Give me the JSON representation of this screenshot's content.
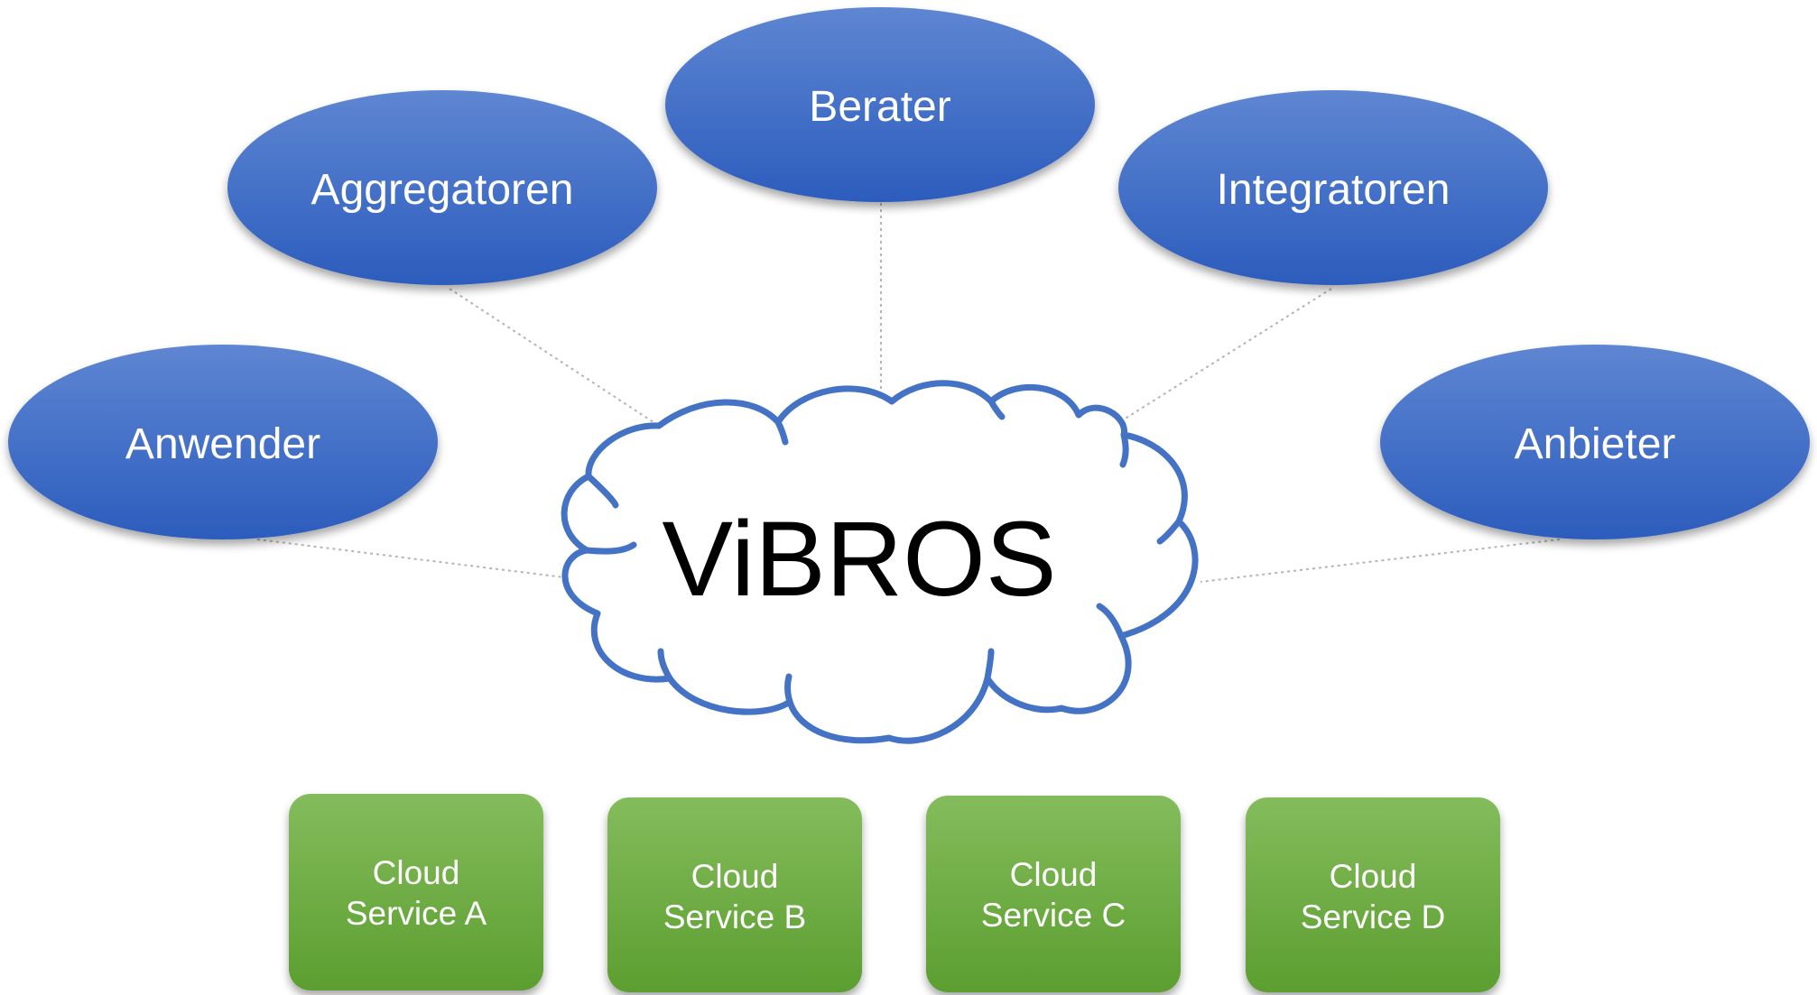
{
  "diagram": {
    "center": {
      "label": "ViBROS"
    },
    "stakeholders": [
      {
        "label": "Anwender"
      },
      {
        "label": "Aggregatoren"
      },
      {
        "label": "Berater"
      },
      {
        "label": "Integratoren"
      },
      {
        "label": "Anbieter"
      }
    ],
    "services": [
      {
        "line1": "Cloud",
        "line2": "Service A"
      },
      {
        "line1": "Cloud",
        "line2": "Service B"
      },
      {
        "line1": "Cloud",
        "line2": "Service C"
      },
      {
        "line1": "Cloud",
        "line2": "Service D"
      }
    ]
  },
  "colors": {
    "ellipse_fill_top": "#5b84d0",
    "ellipse_fill_bottom": "#2e5fbf",
    "cloud_stroke": "#4472c4",
    "service_fill_top": "#82ba5a",
    "service_fill_bottom": "#5fa032",
    "connector": "#b0b0b0"
  }
}
